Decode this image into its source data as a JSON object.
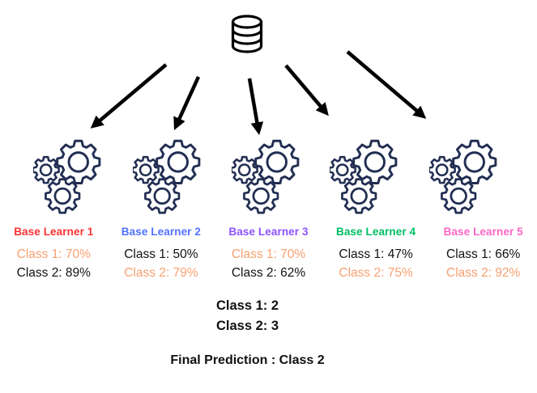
{
  "colors": {
    "gear": "#222e52",
    "ink": "#000000",
    "text": "#111111",
    "orange": "#f7a070",
    "learner1_red": "#ff3131",
    "learner2_blue": "#5271ff",
    "learner3_purple": "#8c52ff",
    "learner4_green": "#00bf63",
    "learner5_pink": "#ff66c4"
  },
  "icons": {
    "top": "database-icon",
    "per_learner": "gears-icon",
    "connectors": "arrow-icon"
  },
  "learners": [
    {
      "label": "Base Learner 1",
      "label_color": "#ff3131",
      "class1": {
        "text": "Class 1: 70%",
        "color": "#f7a070"
      },
      "class2": {
        "text": "Class 2: 89%",
        "color": "#111111"
      }
    },
    {
      "label": "Base Learner 2",
      "label_color": "#5271ff",
      "class1": {
        "text": "Class 1: 50%",
        "color": "#111111"
      },
      "class2": {
        "text": "Class 2: 79%",
        "color": "#f7a070"
      }
    },
    {
      "label": "Base Learner 3",
      "label_color": "#8c52ff",
      "class1": {
        "text": "Class 1: 70%",
        "color": "#f7a070"
      },
      "class2": {
        "text": "Class 2: 62%",
        "color": "#111111"
      }
    },
    {
      "label": "Base Learner 4",
      "label_color": "#00bf63",
      "class1": {
        "text": "Class 1: 47%",
        "color": "#111111"
      },
      "class2": {
        "text": "Class 2: 75%",
        "color": "#f7a070"
      }
    },
    {
      "label": "Base Learner 5",
      "label_color": "#ff66c4",
      "class1": {
        "text": "Class 1: 66%",
        "color": "#111111"
      },
      "class2": {
        "text": "Class 2: 92%",
        "color": "#f7a070"
      }
    }
  ],
  "summary": {
    "class1_votes": "Class 1: 2",
    "class2_votes": "Class 2: 3",
    "final": "Final Prediction : Class 2"
  }
}
